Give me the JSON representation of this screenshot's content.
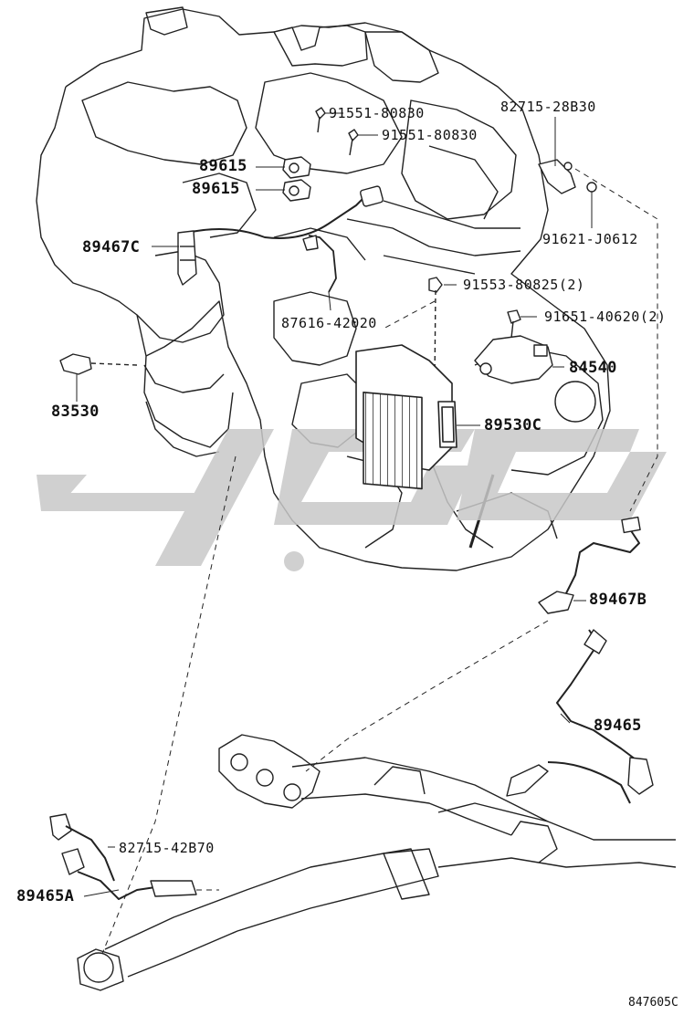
{
  "diagram": {
    "figure_code": "847605C",
    "watermark_text": "",
    "colors": {
      "line": "#222222",
      "watermark": "#c8c8c8",
      "background": "#ffffff"
    },
    "parts": [
      {
        "id": "p1",
        "label": "91551-80830"
      },
      {
        "id": "p2",
        "label": "91551-80830"
      },
      {
        "id": "p3",
        "label": "82715-28B30"
      },
      {
        "id": "p4",
        "label": "89615"
      },
      {
        "id": "p5",
        "label": "89615"
      },
      {
        "id": "p6",
        "label": "91621-J0612"
      },
      {
        "id": "p7",
        "label": "89467C"
      },
      {
        "id": "p8",
        "label": "91553-80825(2)"
      },
      {
        "id": "p9",
        "label": "87616-42020"
      },
      {
        "id": "p10",
        "label": "91651-40620(2)"
      },
      {
        "id": "p11",
        "label": "84540"
      },
      {
        "id": "p12",
        "label": "83530"
      },
      {
        "id": "p13",
        "label": "89530C"
      },
      {
        "id": "p14",
        "label": "89467B"
      },
      {
        "id": "p15",
        "label": "89465"
      },
      {
        "id": "p16",
        "label": "82715-42B70"
      },
      {
        "id": "p17",
        "label": "89465A"
      }
    ]
  }
}
